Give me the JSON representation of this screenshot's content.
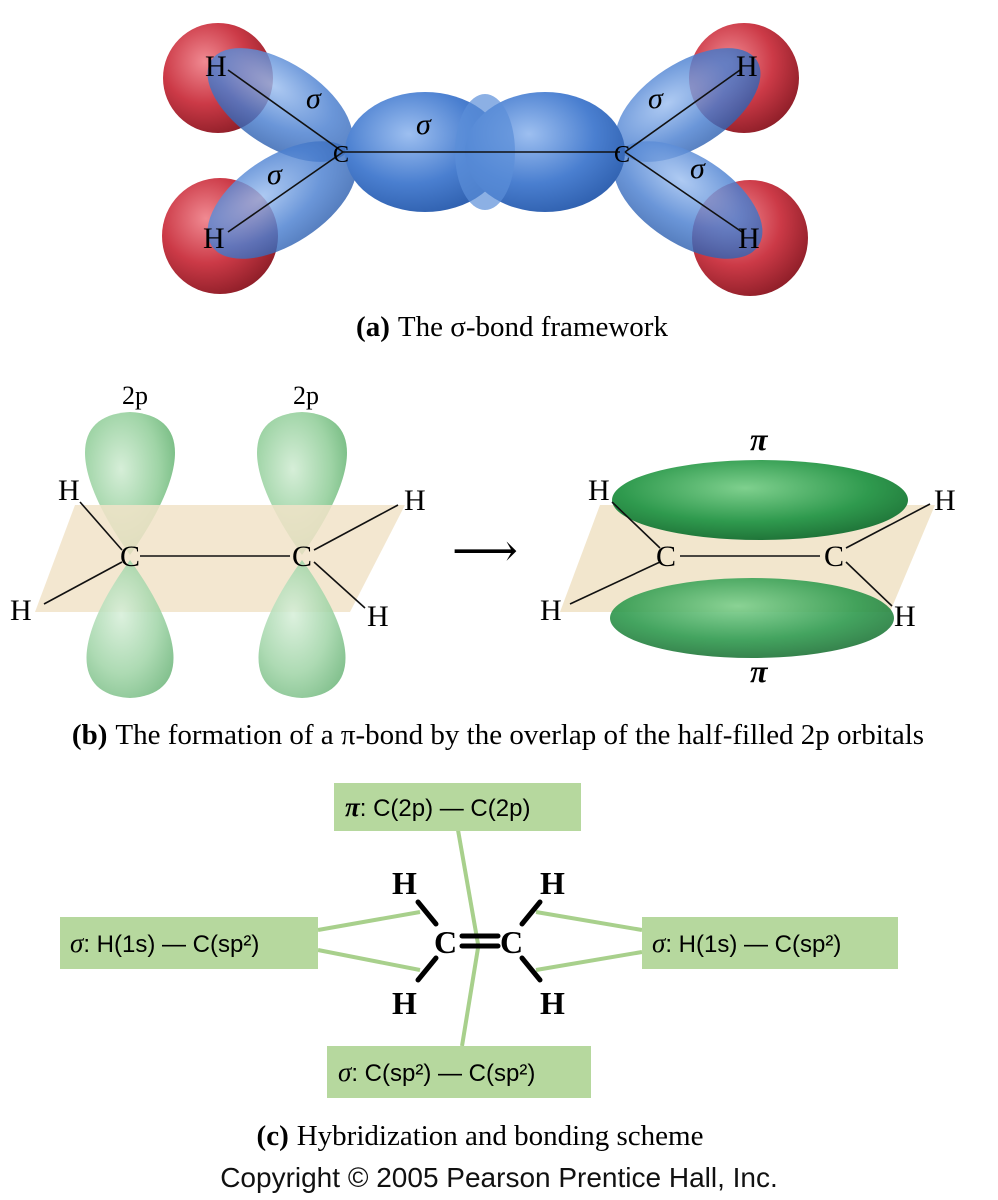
{
  "panel_a": {
    "caption_label": "(a)",
    "caption_text": "The σ-bond framework",
    "hydrogen_label": "H",
    "carbon_label": "C",
    "sigma_symbol": "σ",
    "colors": {
      "h_orbital": "#cc3a47",
      "sp2_orbital": "#4a7fd0",
      "bond_line": "#111111"
    }
  },
  "panel_b": {
    "caption_label": "(b)",
    "caption_text": "The formation of a π-bond by the overlap of the half-filled 2p orbitals",
    "p_orbital_label": "2p",
    "hydrogen_label": "H",
    "carbon_label": "C",
    "pi_symbol": "π",
    "arrow": "⟶",
    "colors": {
      "p_orbital": "#9fd4a6",
      "pi_cloud": "#2f9a4e",
      "plane": "#f1e3c8"
    }
  },
  "panel_c": {
    "caption_label": "(c)",
    "caption_text": "Hybridization and bonding scheme",
    "hydrogen_label": "H",
    "carbon_label": "C",
    "boxes": {
      "pi_bond": {
        "symbol": "π",
        "text": ": C(2p) — C(2p)"
      },
      "sigma_h_left": {
        "symbol": "σ",
        "text": ": H(1s) — C(sp²)"
      },
      "sigma_h_right": {
        "symbol": "σ",
        "text": ": H(1s) — C(sp²)"
      },
      "sigma_cc": {
        "symbol": "σ",
        "text": ": C(sp²) — C(sp²)"
      }
    },
    "colors": {
      "box": "#b6d89e",
      "connector": "#a8d08c"
    }
  },
  "copyright": "Copyright © 2005 Pearson Prentice Hall, Inc."
}
